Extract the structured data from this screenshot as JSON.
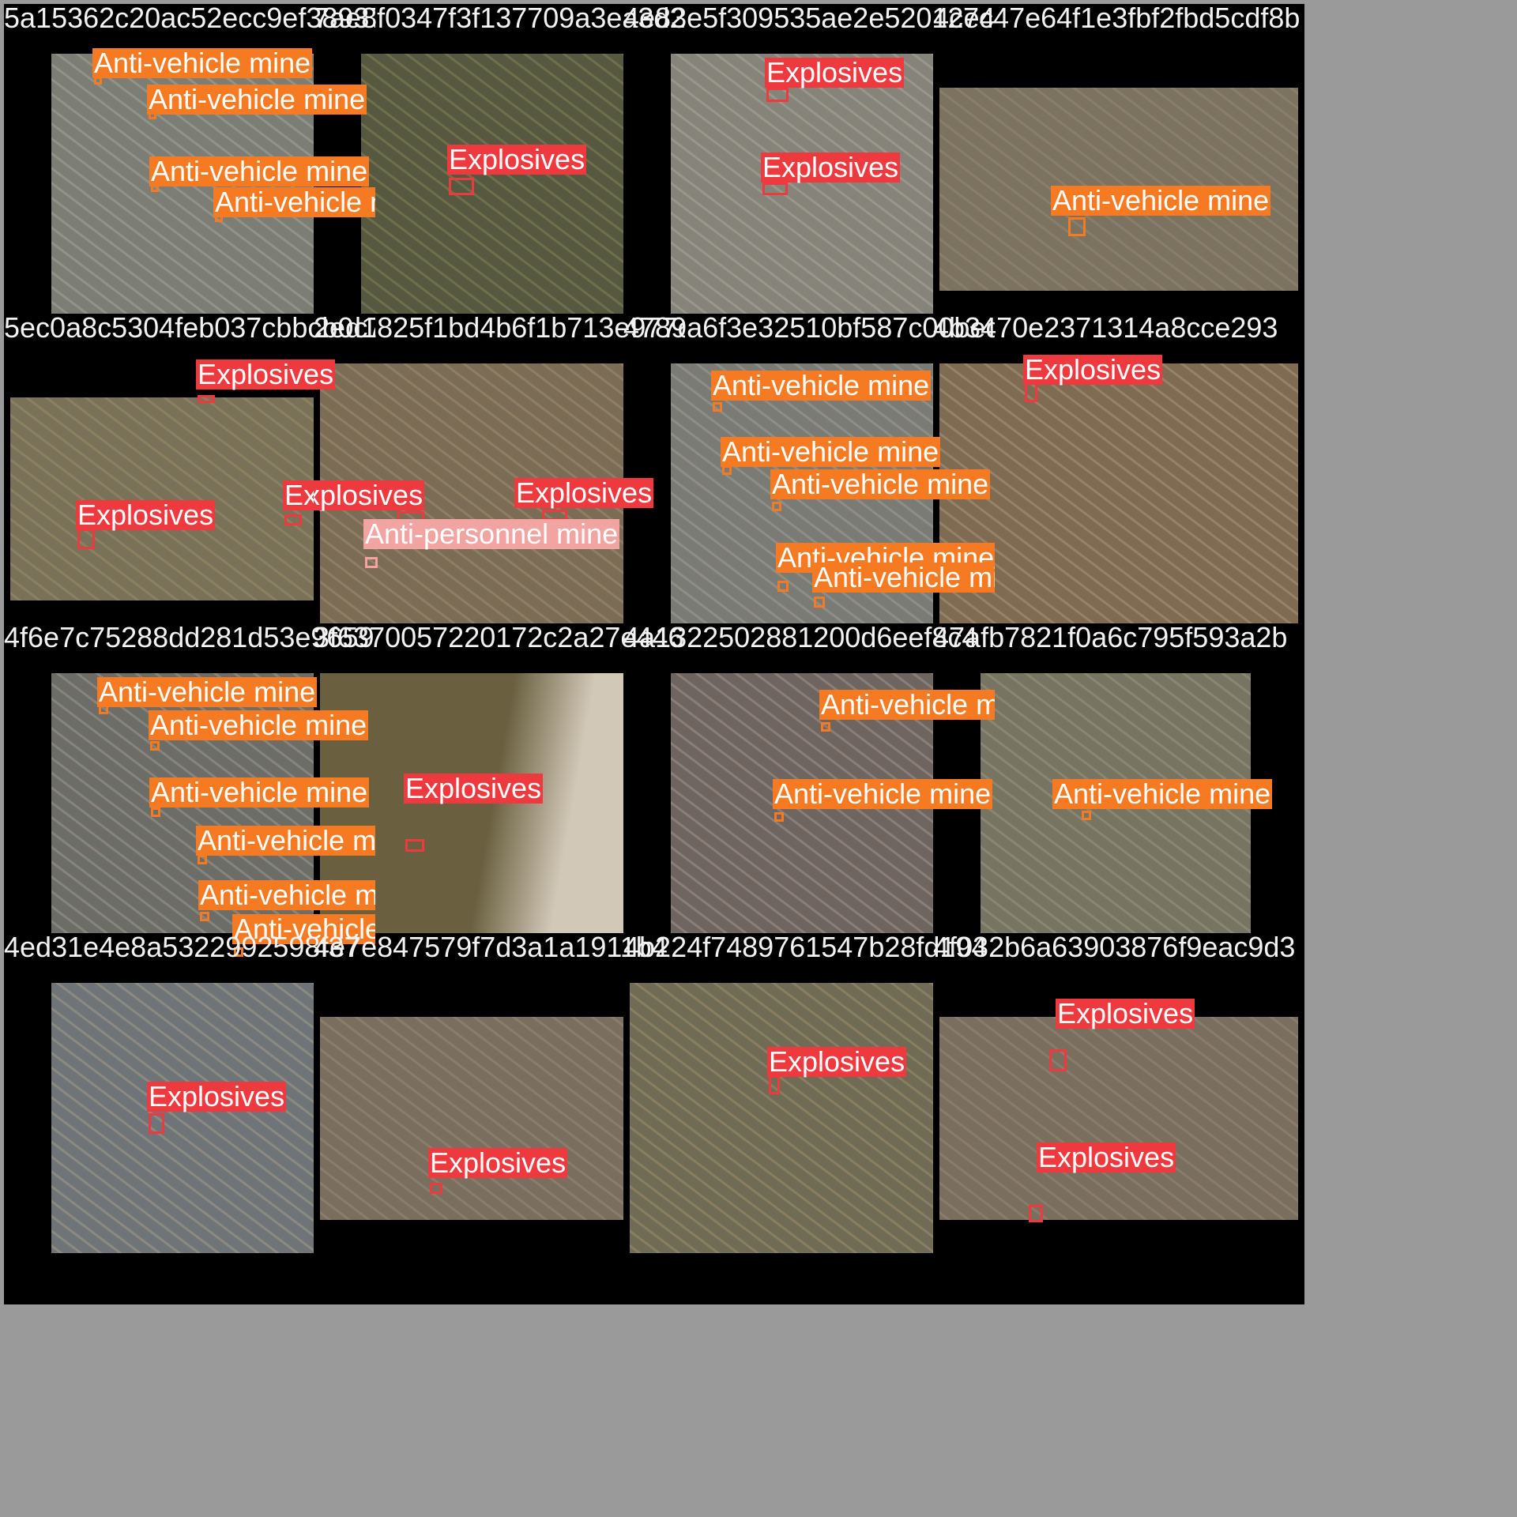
{
  "tiles": [
    {
      "id": "5a15362c20ac52ecc9ef38937",
      "dets": [
        {
          "label": "Anti-vehicle mine"
        },
        {
          "label": "Anti-vehicle mine"
        },
        {
          "label": "Anti-vehicle mine"
        },
        {
          "label": "Anti-vehicle mine"
        }
      ]
    },
    {
      "id": "7ae8f0347f3f137709a3ea3d26",
      "dets": [
        {
          "label": "Explosives"
        }
      ]
    },
    {
      "id": "4e83e5f309535ae2e52012e44",
      "dets": [
        {
          "label": "Explosives"
        },
        {
          "label": "Explosives"
        }
      ]
    },
    {
      "id": "4c7c47e64f1e3fbf2fbd5cdf8b",
      "dets": [
        {
          "label": "Anti-vehicle mine"
        }
      ]
    },
    {
      "id": "5ec0a8c5304feb037cbbcb0c7",
      "dets": [
        {
          "label": "Explosives"
        },
        {
          "label": "Explosives"
        },
        {
          "label": "Explosives"
        }
      ]
    },
    {
      "id": "2ed1825f1bd4b6f1b713e977c",
      "dets": [
        {
          "label": "Explosives"
        },
        {
          "label": "Explosives"
        },
        {
          "label": "Anti-personnel mine"
        }
      ]
    },
    {
      "id": "4789a6f3e32510bf587c00bed",
      "dets": [
        {
          "label": "Anti-vehicle mine"
        },
        {
          "label": "Anti-vehicle mine"
        },
        {
          "label": "Anti-vehicle mine"
        },
        {
          "label": "Anti-vehicle mine"
        },
        {
          "label": "Anti-vehicle mine"
        }
      ]
    },
    {
      "id": "4b3470e2371314a8cce293",
      "dets": [
        {
          "label": "Explosives"
        }
      ]
    },
    {
      "id": "4f6e7c75288dd281d53e9659",
      "dets": [
        {
          "label": "Anti-vehicle mine"
        },
        {
          "label": "Anti-vehicle mine"
        },
        {
          "label": "Anti-vehicle mine"
        },
        {
          "label": "Anti-vehicle mine"
        },
        {
          "label": "Anti-vehicle mine"
        },
        {
          "label": "Anti-vehicle mine"
        }
      ]
    },
    {
      "id": "3f6370057220172c2a27e446",
      "dets": [
        {
          "label": "Explosives"
        }
      ]
    },
    {
      "id": "4a1322502881200d6eef8c4",
      "dets": [
        {
          "label": "Anti-vehicle mine"
        },
        {
          "label": "Anti-vehicle mine"
        }
      ]
    },
    {
      "id": "47afb7821f0a6c795f593a2b",
      "dets": [
        {
          "label": "Anti-vehicle mine"
        }
      ]
    },
    {
      "id": "4ed31e4e8a5322992598f37",
      "dets": [
        {
          "label": "Explosives"
        }
      ]
    },
    {
      "id": "4e7e847579f7d3a1a1911b4",
      "dets": [
        {
          "label": "Explosives"
        }
      ]
    },
    {
      "id": "4b224f7489761547b28fd194",
      "dets": [
        {
          "label": "Explosives"
        }
      ]
    },
    {
      "id": "4f032b6a63903876f9eac9d3",
      "dets": [
        {
          "label": "Explosives"
        },
        {
          "label": "Explosives"
        }
      ]
    }
  ],
  "class_colors": {
    "Anti-vehicle mine": "#f57a22",
    "Explosives": "#ee3a3f",
    "Anti-personnel mine": "#f2a4a2"
  },
  "tile_palettes": [
    {
      "photo": "#7c7d75",
      "alt": "#91928a"
    },
    {
      "photo": "#56593f",
      "alt": "#6f6f4e"
    },
    {
      "photo": "#85837a",
      "alt": "#999789"
    },
    {
      "photo": "#7c7260",
      "alt": "#8a7e69"
    },
    {
      "photo": "#7a7258",
      "alt": "#8b8062"
    },
    {
      "photo": "#7a6c55",
      "alt": "#8f7e63"
    },
    {
      "photo": "#7b7b75",
      "alt": "#8e8e86"
    },
    {
      "photo": "#7e6b52",
      "alt": "#96826a"
    },
    {
      "photo": "#6d6d68",
      "alt": "#86847b"
    },
    {
      "photo": "#6a6040",
      "alt": "#d2c8b8"
    },
    {
      "photo": "#6f6560",
      "alt": "#8a7e76"
    },
    {
      "photo": "#777462",
      "alt": "#8a8674"
    },
    {
      "photo": "#6f7478",
      "alt": "#8a8a80"
    },
    {
      "photo": "#7a6f5f",
      "alt": "#8a7e6a"
    },
    {
      "photo": "#706b55",
      "alt": "#887e62"
    },
    {
      "photo": "#7a6e5f",
      "alt": "#8a7c6a"
    }
  ]
}
